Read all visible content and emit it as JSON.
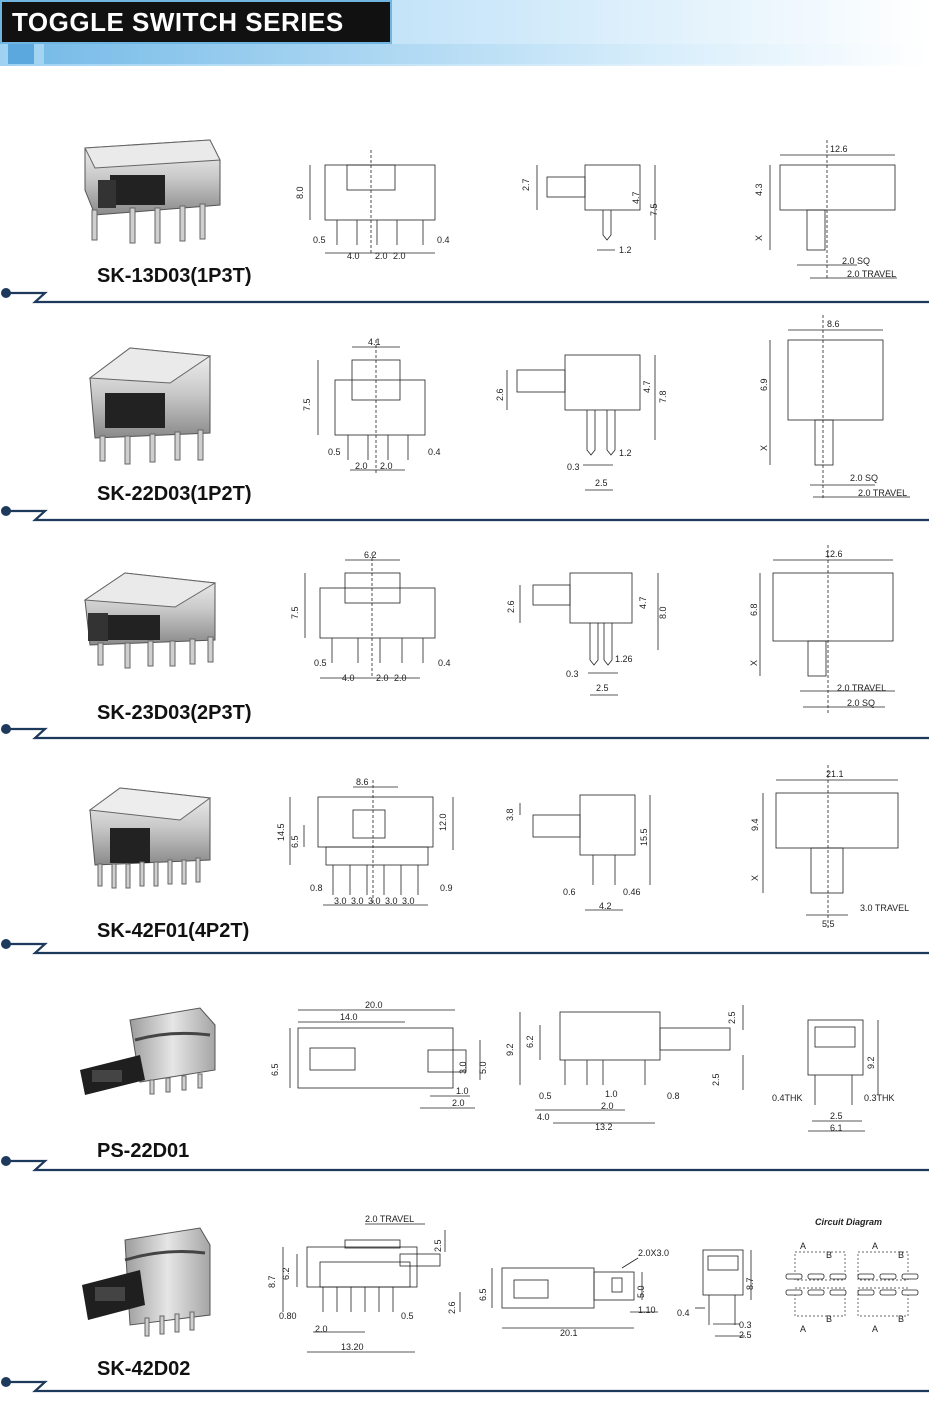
{
  "header": {
    "title": "TOGGLE SWITCH SERIES"
  },
  "colors": {
    "accent": "#1a6eb0",
    "separator_dark": "#1d3a5c",
    "header_tab": "#5aa8de"
  },
  "products": [
    {
      "model": "SK-13D03(1P3T)",
      "front": {
        "width_above": "",
        "height": "8.0",
        "left_off": "0.5",
        "right_off": "0.4",
        "pitches": [
          "4.0",
          "2.0",
          "2.0"
        ]
      },
      "side": {
        "actuator": "2.7",
        "body": "4.7",
        "total": "7.5",
        "pin_a": "",
        "pin_b": "1.2"
      },
      "top": {
        "width": "12.6",
        "height": "4.3",
        "x": "X",
        "sq": "2.0 SQ",
        "travel": "2.0 TRAVEL"
      }
    },
    {
      "model": "SK-22D03(1P2T)",
      "front": {
        "width_above": "4.1",
        "height": "7.5",
        "left_off": "0.5",
        "right_off": "0.4",
        "pitches": [
          "2.0",
          "2.0"
        ]
      },
      "side": {
        "actuator": "2.6",
        "body": "4.7",
        "total": "7.8",
        "pin_a": "0.3",
        "pin_b": "1.2",
        "pin_c": "2.5"
      },
      "top": {
        "width": "8.6",
        "height": "6.9",
        "x": "X",
        "sq": "2.0 SQ",
        "travel": "2.0 TRAVEL"
      }
    },
    {
      "model": "SK-23D03(2P3T)",
      "front": {
        "width_above": "6.2",
        "height": "7.5",
        "left_off": "0.5",
        "right_off": "0.4",
        "pitches": [
          "4.0",
          "2.0",
          "2.0"
        ]
      },
      "side": {
        "actuator": "2.6",
        "body": "4.7",
        "total": "8.0",
        "pin_a": "0.3",
        "pin_b": "1.26",
        "pin_c": "2.5"
      },
      "top": {
        "width": "12.6",
        "height": "6.8",
        "x": "X",
        "sq": "2.0 SQ",
        "travel": "2.0 TRAVEL"
      }
    },
    {
      "model": "SK-42F01(4P2T)",
      "front": {
        "width_above": "8.6",
        "height": "14.5",
        "height2": "12.0",
        "inner": "6.5",
        "left_off": "0.8",
        "right_off": "0.9",
        "pitches": [
          "3.0",
          "3.0",
          "3.0",
          "3.0",
          "3.0"
        ]
      },
      "side": {
        "actuator": "3.8",
        "body": "15.5",
        "pin_a": "0.6",
        "pin_b": "0.46",
        "pin_c": "4.2"
      },
      "top": {
        "width": "21.1",
        "height": "9.4",
        "x": "X",
        "sq": "5.5",
        "travel": "3.0 TRAVEL"
      }
    },
    {
      "model": "PS-22D01",
      "top": {
        "len": "20.0",
        "inner": "14.0",
        "height": "6.5",
        "act_h": "3.0",
        "act_h2": "5.0",
        "a": "1.0",
        "b": "2.0"
      },
      "side": {
        "h1": "9.2",
        "h2": "6.2",
        "top": "2.5",
        "bot": "2.5",
        "p1": "0.5",
        "p2": "1.0",
        "p3": "2.0",
        "p4": "0.8",
        "p5": "4.0",
        "p6": "13.2"
      },
      "end": {
        "h": "9.2",
        "left": "0.4THK",
        "right": "0.3THK",
        "p1": "2.5",
        "p2": "6.1"
      }
    },
    {
      "model": "SK-42D02",
      "front": {
        "travel": "2.0 TRAVEL",
        "top": "2.5",
        "h1": "8.7",
        "h2": "6.2",
        "bot": "2.6",
        "l": "0.80",
        "r": "0.5",
        "p": "2.0",
        "w": "13.20"
      },
      "top": {
        "h": "6.5",
        "act": "5.0",
        "hole": "2.0X3.0",
        "a": "1.10",
        "len": "20.1"
      },
      "end": {
        "h": "8.7",
        "l": "0.4",
        "p1": "0.3",
        "p2": "2.5"
      },
      "circuit": {
        "title": "Circuit Diagram",
        "labels": [
          "A",
          "B",
          "A",
          "B",
          "A",
          "B",
          "A",
          "B"
        ]
      }
    }
  ]
}
